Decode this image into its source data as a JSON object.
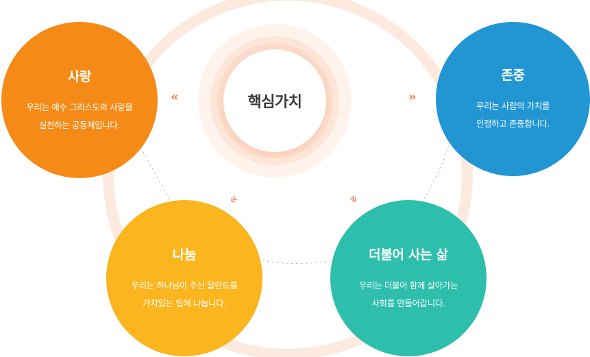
{
  "center": {
    "label": "핵심가치"
  },
  "values": [
    {
      "key": "love",
      "title": "사랑",
      "lines": [
        "우리는 예수 그리스도의 사랑을",
        "실천하는 공동체입니다."
      ],
      "color": "#f58a17"
    },
    {
      "key": "respect",
      "title": "존중",
      "lines": [
        "우리는 사람의 가치를",
        "인정하고 존중합니다."
      ],
      "color": "#2196d3"
    },
    {
      "key": "share",
      "title": "나눔",
      "lines": [
        "우리는 하나님이 주신 달란트를",
        "가치있는 일에 나눕니다."
      ],
      "color": "#fbb51e"
    },
    {
      "key": "together",
      "title": "더불어 사는 삶",
      "lines": [
        "우리는 더불어 함께 살아가는",
        "사회를 만들어갑니다."
      ],
      "color": "#2dbfab"
    }
  ],
  "accent": "#f0825a",
  "arrows": {
    "left": "«",
    "right": "»",
    "down": "»"
  }
}
